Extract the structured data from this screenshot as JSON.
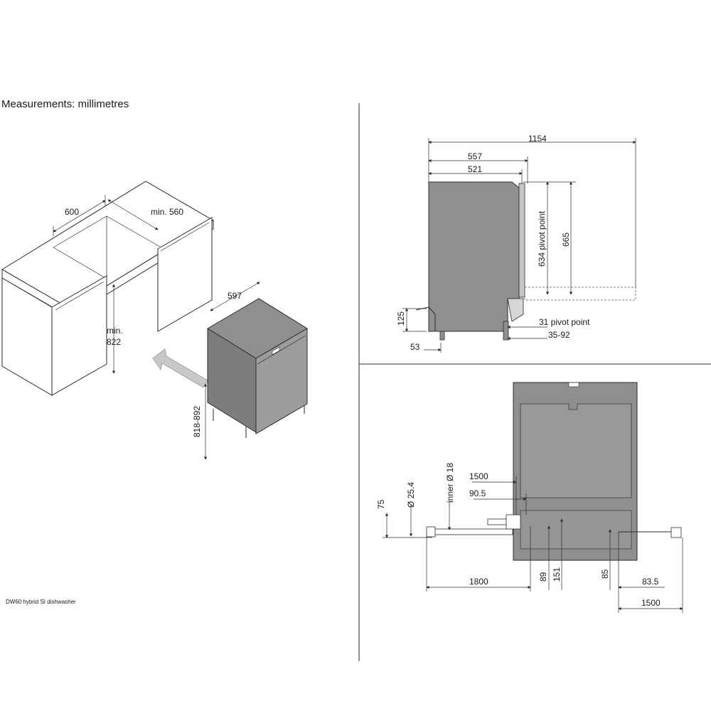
{
  "header": {
    "units_note": "Measurements: millimetres"
  },
  "footer": {
    "caption": "DW60 hybrid SI dishwasher"
  },
  "iso_view": {
    "cabinet_width": "600",
    "cabinet_depth": "min. 560",
    "cabinet_height_line1": "min.",
    "cabinet_height_line2": "822",
    "appliance_depth": "597",
    "appliance_height": "818-892"
  },
  "side_view": {
    "total_depth": "1154",
    "depth_557": "557",
    "depth_521": "521",
    "pivot_634": "634 pivot point",
    "height_665": "665",
    "height_125": "125",
    "pivot_31": "31 pivot point",
    "range_35_92": "35-92",
    "offset_53": "53"
  },
  "rear_view": {
    "hose_1500_top": "1500",
    "offset_90_5": "90.5",
    "inner_diam": "inner Ø 18",
    "outer_diam": "Ø 25.4",
    "height_75": "75",
    "hose_1800": "1800",
    "offset_89": "89",
    "offset_151": "151",
    "offset_85": "85",
    "offset_83_5": "83.5",
    "cable_1500": "1500"
  },
  "colors": {
    "line": "#2b2b2b",
    "appliance_fill": "#8f8f8f",
    "cabinet_fill": "#ffffff",
    "arrow_fill": "#c8c8c8"
  }
}
